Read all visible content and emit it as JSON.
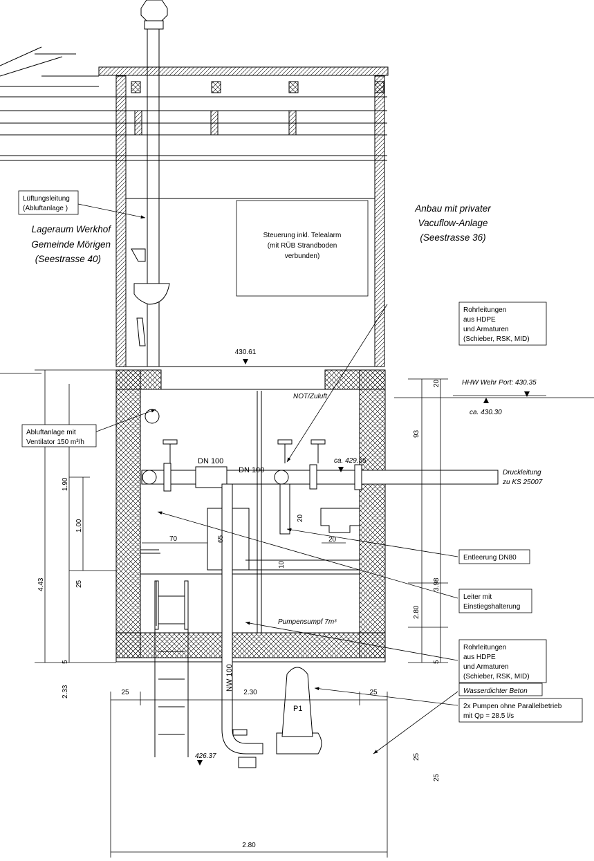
{
  "rooms": {
    "left": [
      "Lageraum Werkhof",
      "Gemeinde Mörigen",
      "(Seestrasse 40)"
    ],
    "right": [
      "Anbau mit privater",
      "Vacuflow-Anlage",
      "(Seestrasse 36)"
    ]
  },
  "callouts": {
    "lueftung": [
      "Lüftungsleitung",
      "(Abluftanlage )"
    ],
    "steuerung": [
      "Steuerung inkl. Telealarm",
      "(mit RÜB Strandboden",
      "verbunden)"
    ],
    "rohr_top": [
      "Rohrleitungen",
      "aus HDPE",
      "und Armaturen",
      "(Schieber, RSK, MID)"
    ],
    "abluft": [
      "Abluftanlage mit",
      "Ventilator 150 m³/h"
    ],
    "entleerung": "Entleerung DN80",
    "leiter": [
      "Leiter mit",
      "Einstiegshalterung"
    ],
    "rohr_bottom": [
      "Rohrleitungen",
      "aus HDPE",
      "und Armaturen",
      "(Schieber, RSK, MID)"
    ],
    "pumpen": [
      "2x Pumpen ohne Parallelbetrieb",
      "mit Qp = 28.5 l/s"
    ],
    "beton": "Wasserdichter Beton"
  },
  "levels": {
    "top": "430.61",
    "hhw": "HHW Wehr Port: 430.35",
    "ca_ground": "ca. 430.30",
    "pipe": "ca. 429.55",
    "bottom": "426.37"
  },
  "labels": {
    "not_zuluft": "NOT/Zuluft",
    "dn100_a": "DN 100",
    "dn100_b": "DN 100",
    "druckleitung": [
      "Druckleitung",
      "zu KS 25007"
    ],
    "pumpensumpf": "Pumpensumpf 7m³",
    "nw100": "NW 100",
    "p1": "P1"
  },
  "dimensions": {
    "left_outer": "4.43",
    "left_190": "1.90",
    "left_100": "1.00",
    "left_25": "25",
    "left_233": "2.33",
    "left_5": "5",
    "right_20": "20",
    "right_93": "93",
    "right_398": "3.98",
    "right_280": "2.80",
    "right_25a": "25",
    "right_25b": "25",
    "right_5": "5",
    "inner_70": "70",
    "inner_65": "65",
    "inner_20a": "20",
    "inner_20b": "20",
    "inner_10": "10",
    "bottom_25a": "25",
    "bottom_230": "2.30",
    "bottom_25b": "25",
    "bottom_280": "2.80"
  }
}
